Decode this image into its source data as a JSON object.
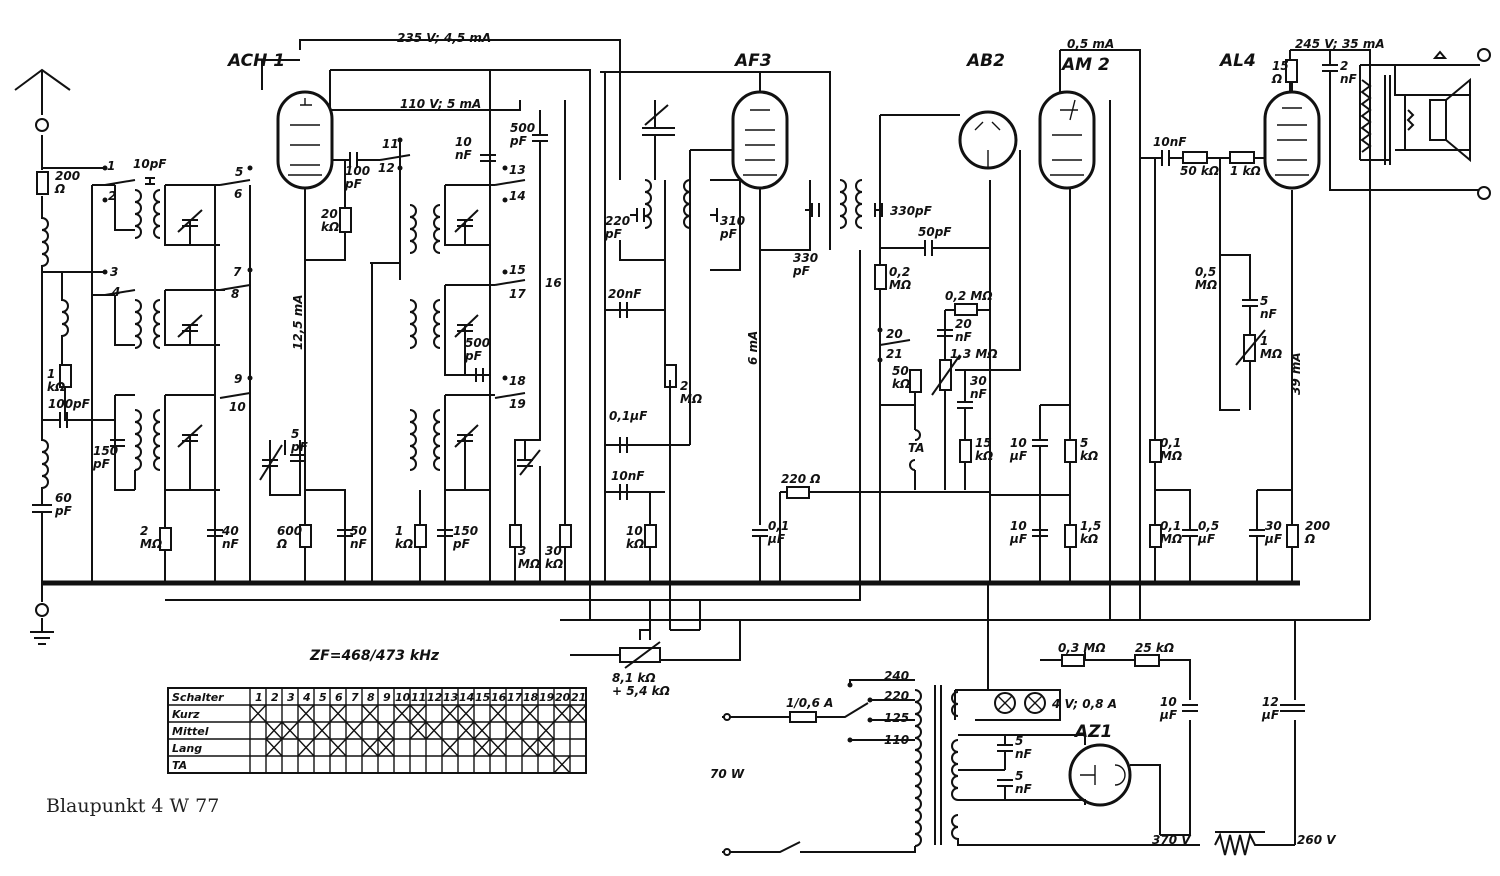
{
  "title": "Blaupunkt 4 W 77",
  "zf": "ZF=468/473 kHz",
  "power": "70 W",
  "tubes": [
    {
      "id": "ach1",
      "label": "ACH 1"
    },
    {
      "id": "af3",
      "label": "AF3"
    },
    {
      "id": "ab2",
      "label": "AB2"
    },
    {
      "id": "am2",
      "label": "AM 2"
    },
    {
      "id": "al4",
      "label": "AL4"
    },
    {
      "id": "az1",
      "label": "AZ1"
    }
  ],
  "rails": {
    "top1": "235 V; 4,5 mA",
    "top2": "110 V; 5 mA",
    "top3": "0,5 mA",
    "top4": "245 V; 35 mA",
    "v370": "370 V",
    "v260": "260 V",
    "i125": "12,5 mA",
    "i6": "6 mA",
    "i39": "39 mA"
  },
  "components": {
    "c10pf": "10pF",
    "r200": "200\nΩ",
    "r1k": "1\nkΩ",
    "c100pf": "100pF",
    "c60pf": "60\npF",
    "c150pf_a": "150\npF",
    "r2m_a": "2\nMΩ",
    "c40nf": "40\nnF",
    "c5pf": "5\npF",
    "c100pf_b": "100\npF",
    "r20k": "20\nkΩ",
    "r600": "600\nΩ",
    "c50nf": "50\nnF",
    "c10nf_a": "10\nnF",
    "c500pf_a": "500\npF",
    "c500pf_b": "500\npF",
    "r1k_b": "1\nkΩ",
    "c150pf_b": "150\npF",
    "r3m": "3\nMΩ",
    "r30k": "30\nkΩ",
    "c220pf": "220\npF",
    "c310pf": "310\npF",
    "c20nf": "20nF",
    "c01uf": "0,1μF",
    "c10nf_b": "10nF",
    "r2m_b": "2\nMΩ",
    "r10k": "10\nkΩ",
    "c330pf_a": "330\npF",
    "c330pf_b": "330pF",
    "c50pf": "50pF",
    "r220": "220 Ω",
    "c01uf_b": "0,1\nμF",
    "r02m_a": "0,2\nMΩ",
    "r02m_b": "0,2 MΩ",
    "c20nf_b": "20\nnF",
    "r13m": "1,3 MΩ",
    "r50k": "50\nkΩ",
    "c30nf": "30\nnF",
    "r15k": "15\nkΩ",
    "ta": "TA",
    "c10uf_a": "10\nμF",
    "r5k": "5\nkΩ",
    "c10uf_b": "10\nμF",
    "r15k_b": "1,5\nkΩ",
    "c10nf_c": "10nF",
    "r50k_b": "50 kΩ",
    "r1k_c": "1 kΩ",
    "r05m": "0,5\nMΩ",
    "c5nf": "5\nnF",
    "r1m": "1\nMΩ",
    "r01m_a": "0,1\nMΩ",
    "r01m_b": "0,1\nMΩ",
    "c05uf": "0,5\nμF",
    "c30uf": "30\nμF",
    "r200b": "200\nΩ",
    "r15": "15\nΩ",
    "c2nf": "2\nnF",
    "pot": "8,1 kΩ\n+ 5,4 kΩ",
    "r03m": "0,3 MΩ",
    "r25k": "25 kΩ",
    "c10uf_c": "10\nμF",
    "c12uf": "12\nμF",
    "fuse": "1/0,6 A",
    "lamp": "4 V; 0,8 A",
    "c5nf_a": "5\nnF",
    "c5nf_b": "5\nnF"
  },
  "taps": [
    "240",
    "220",
    "125",
    "110"
  ],
  "switch_numbers": [
    "1",
    "2",
    "3",
    "4",
    "5",
    "6",
    "7",
    "8",
    "9",
    "10",
    "11",
    "12",
    "13",
    "14",
    "15",
    "16",
    "17",
    "18",
    "19",
    "20",
    "21"
  ],
  "switch_table": {
    "header": "Schalter",
    "columns": [
      "1",
      "2",
      "3",
      "4",
      "5",
      "6",
      "7",
      "8",
      "9",
      "10",
      "11",
      "12",
      "13",
      "14",
      "15",
      "16",
      "17",
      "18",
      "19",
      "20",
      "21"
    ],
    "rows": [
      {
        "label": "Kurz",
        "on": [
          1,
          0,
          0,
          1,
          0,
          1,
          0,
          1,
          0,
          1,
          1,
          0,
          1,
          1,
          0,
          1,
          0,
          1,
          0,
          1,
          1
        ]
      },
      {
        "label": "Mittel",
        "on": [
          0,
          1,
          1,
          0,
          1,
          0,
          1,
          0,
          1,
          0,
          1,
          1,
          0,
          1,
          1,
          0,
          1,
          0,
          1,
          0,
          0
        ]
      },
      {
        "label": "Lang",
        "on": [
          0,
          1,
          0,
          1,
          0,
          1,
          0,
          1,
          1,
          0,
          0,
          0,
          1,
          0,
          1,
          1,
          0,
          1,
          1,
          0,
          0
        ]
      },
      {
        "label": "TA",
        "on": [
          0,
          0,
          0,
          0,
          0,
          0,
          0,
          0,
          0,
          0,
          0,
          0,
          0,
          0,
          0,
          0,
          0,
          0,
          0,
          1,
          0
        ]
      }
    ]
  }
}
